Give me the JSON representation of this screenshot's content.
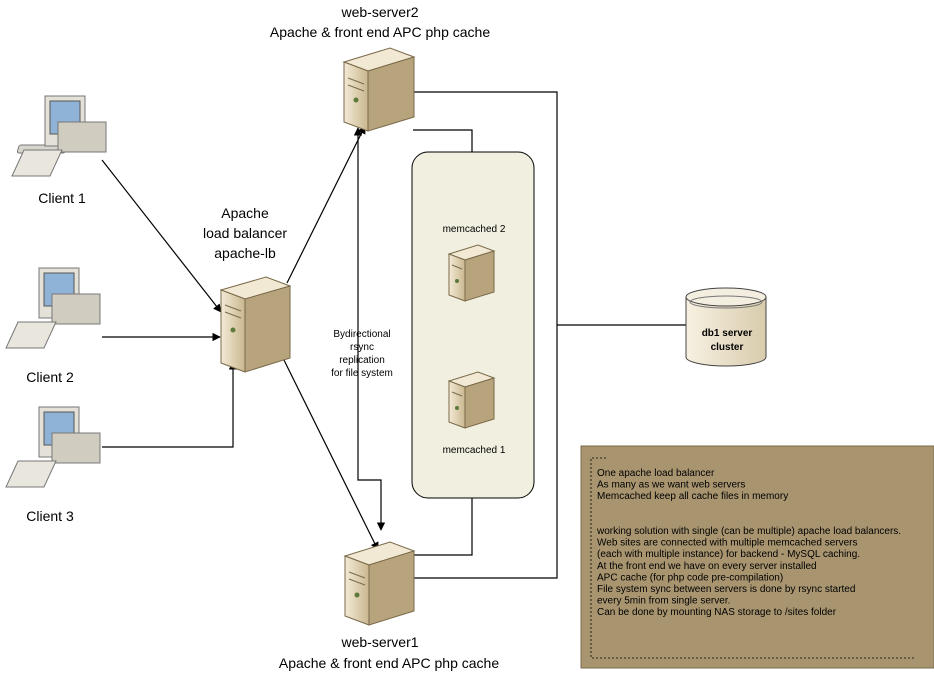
{
  "nodes": {
    "client1": "Client 1",
    "client2": "Client 2",
    "client3": "Client 3",
    "lb": [
      "Apache",
      "load balancer",
      "apache-lb"
    ],
    "web2": [
      "web-server2",
      "Apache & front end APC php cache"
    ],
    "web1": [
      "web-server1",
      "Apache & front end APC php cache"
    ],
    "memcached2": "memcached 2",
    "memcached1": "memcached 1",
    "db": [
      "db1 server",
      "cluster"
    ]
  },
  "rsync_label": [
    "Bydirectional",
    "rsync",
    "replication",
    "for file system"
  ],
  "note": {
    "lines": [
      "One apache load balancer",
      "As many as we want web servers",
      "Memcached keep all cache files in memory",
      "",
      "",
      "working solution with single (can be multiple) apache load balancers.",
      "Web sites are connected with multiple memcached servers",
      "(each with multiple instance) for backend - MySQL caching.",
      "At the front end we have on every server installed",
      "APC cache (for php code pre-compilation)",
      "File system sync between servers is done by rsync started",
      "every 5min from single server.",
      "Can be done by mounting NAS storage to /sites folder"
    ]
  },
  "colors": {
    "server_body": "#e8dcc2",
    "server_shade": "#b9a57e",
    "cluster_fill": "#f1efdf",
    "db_fill": "#ede5d0",
    "note_fill": "#a89570",
    "line": "#000000"
  }
}
